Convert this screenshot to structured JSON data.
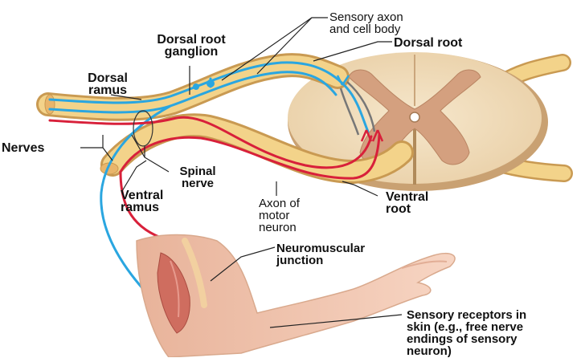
{
  "colors": {
    "nerve_fill": "#f3d38a",
    "sensory_axon": "#2aa6e0",
    "motor_axon": "#d8203a",
    "white_matter": "#f3e2c4",
    "gray_matter": "#d4a07f",
    "skin": "#f5cdb6",
    "muscle": "#cf6d5f"
  },
  "labels": {
    "sensory_axon": "Sensory axon\nand cell body",
    "dorsal_root": "Dorsal root",
    "dorsal_root_ganglion": "Dorsal root\nganglion",
    "dorsal_ramus": "Dorsal\nramus",
    "nerves": "Nerves",
    "spinal_nerve": "Spinal\nnerve",
    "ventral_ramus": "Ventral\nramus",
    "axon_of_motor_neuron": "Axon of\nmotor\nneuron",
    "ventral_root": "Ventral\nroot",
    "neuromuscular_junction": "Neuromuscular\njunction",
    "sensory_receptors": "Sensory receptors in\nskin (e.g., free nerve\nendings of sensory\nneuron)"
  },
  "icons": [
    "spinal-cord-cross-section",
    "arm-illustration"
  ]
}
